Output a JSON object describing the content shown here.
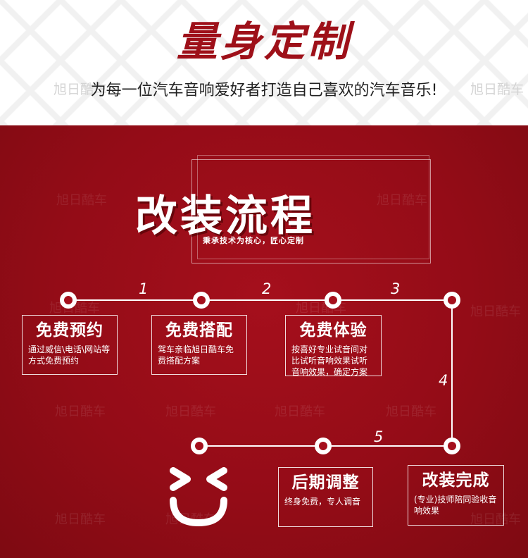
{
  "header": {
    "title": "量身定制",
    "subtitle": "为每一位汽车音响爱好者打造自己喜欢的汽车音乐!",
    "watermark": "旭日酷车"
  },
  "section": {
    "title": "改装流程",
    "subtitle": "秉承技术为核心，匠心定制"
  },
  "steps": [
    {
      "number": "1",
      "title": "免费预约",
      "desc": "通过威信\\电话\\网站等方式免费预约"
    },
    {
      "number": "2",
      "title": "免费搭配",
      "desc": "驾车亲临旭日酷车免费搭配方案"
    },
    {
      "number": "3",
      "title": "免费体验",
      "desc": "按喜好专业试音间对比试听音响效果试听音响效果，确定方案"
    },
    {
      "number": "4",
      "title": "改装完成",
      "desc": "(专业)技师陪同验收音响效果"
    },
    {
      "number": "5",
      "title": "后期调整",
      "desc": "终身免费，专人调音"
    }
  ],
  "colors": {
    "brand_red": "#9e1019",
    "panel_red": "#940c17",
    "text_white": "#ffffff"
  }
}
